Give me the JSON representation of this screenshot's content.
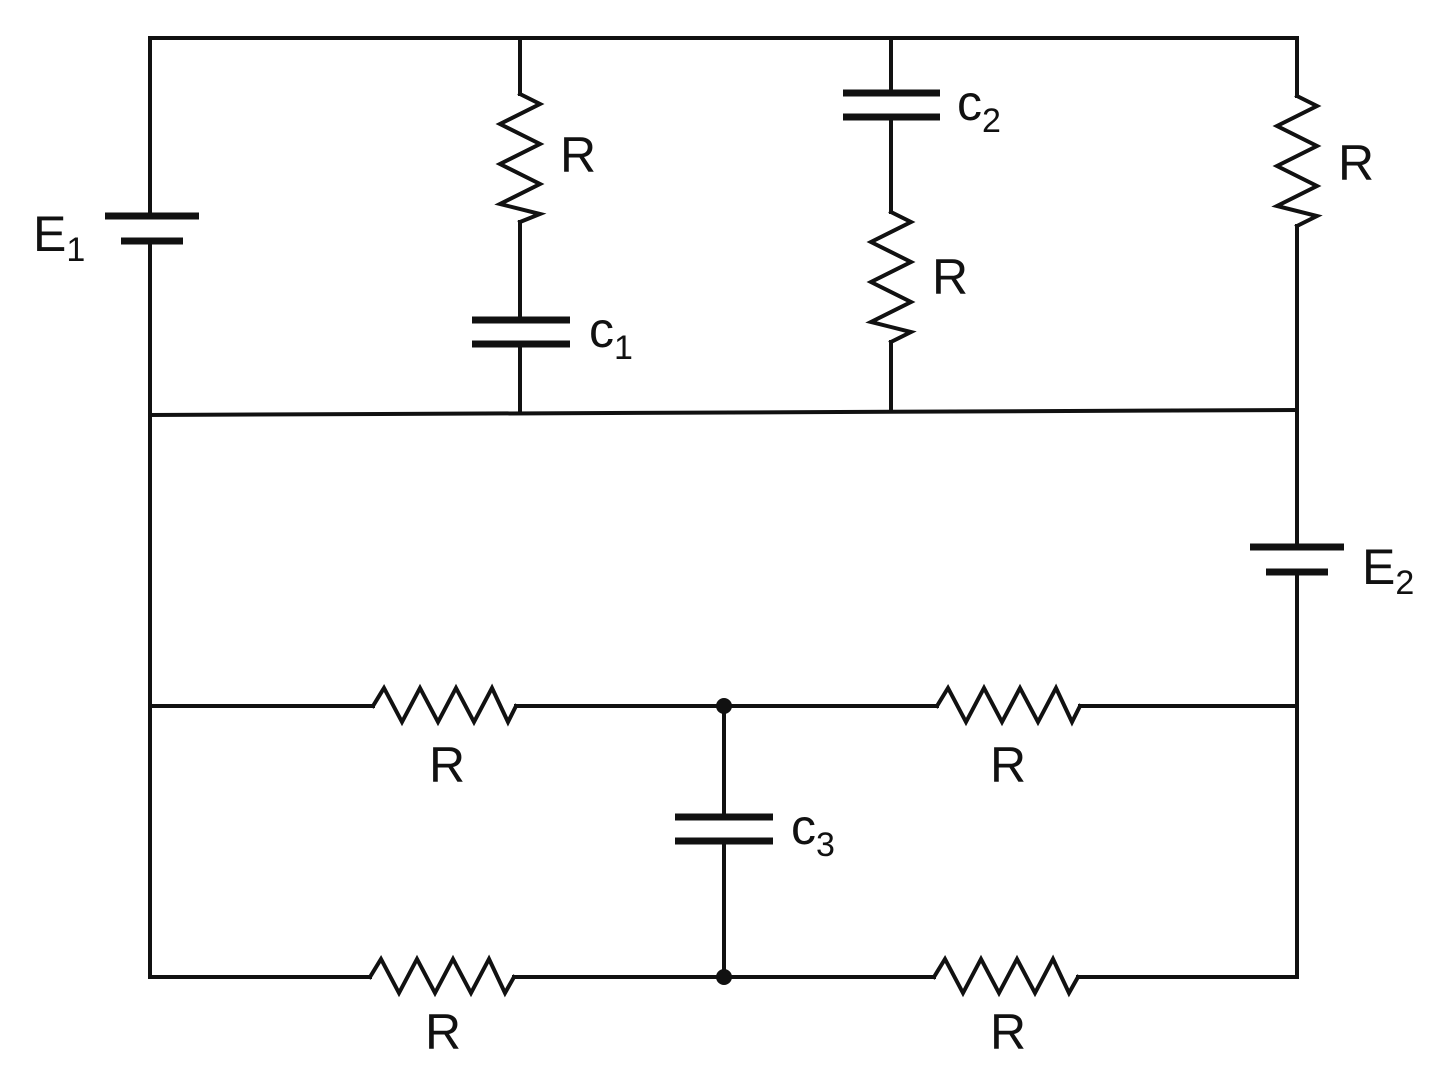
{
  "labels": {
    "e1": {
      "main": "E",
      "sub": "1"
    },
    "e2": {
      "main": "E",
      "sub": "2"
    },
    "c1": {
      "main": "c",
      "sub": "1"
    },
    "c2": {
      "main": "c",
      "sub": "2"
    },
    "c3": {
      "main": "c",
      "sub": "3"
    },
    "r_top_left": "R",
    "r_top_mid": "R",
    "r_top_right": "R",
    "r_mid_left": "R",
    "r_mid_right": "R",
    "r_bottom_left": "R",
    "r_bottom_right": "R"
  },
  "colors": {
    "stroke": "#111111",
    "background": "#ffffff"
  }
}
